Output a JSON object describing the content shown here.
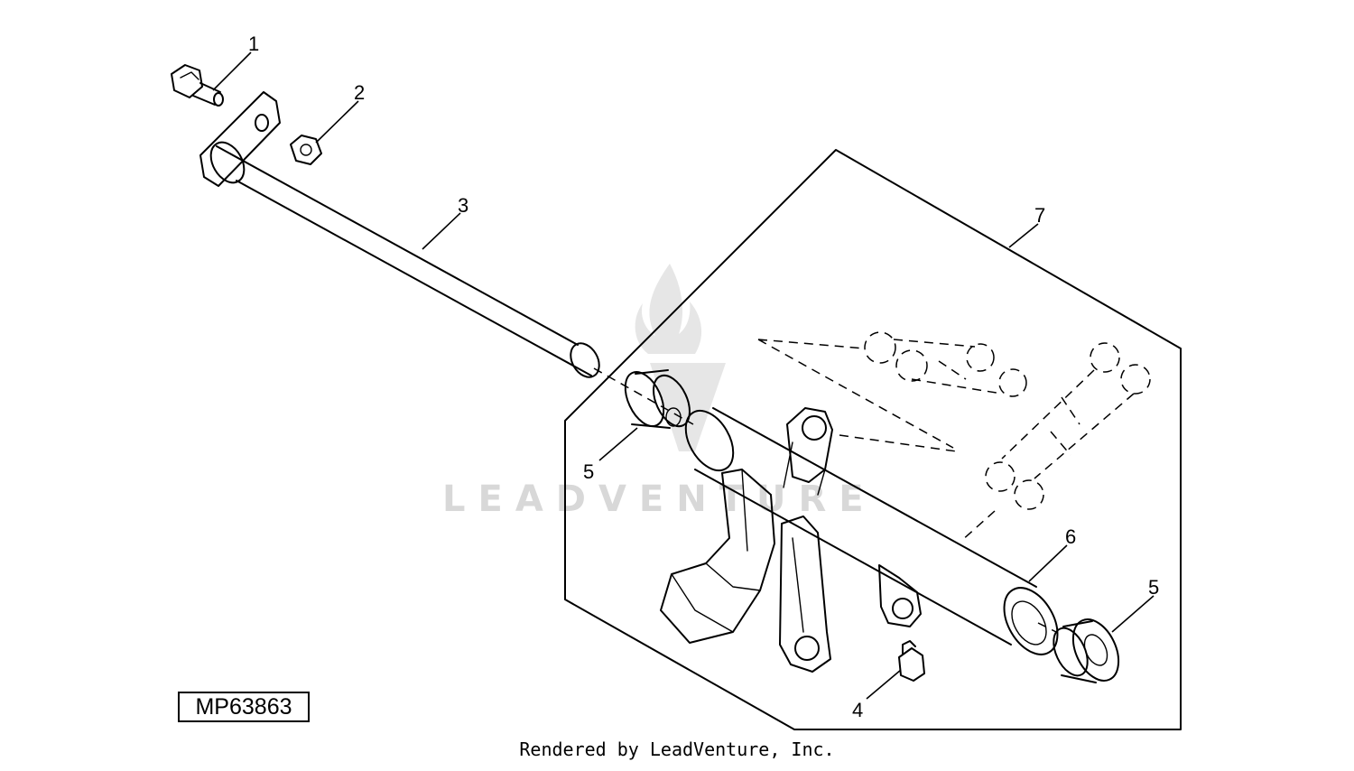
{
  "diagram": {
    "callouts": [
      "1",
      "2",
      "3",
      "4",
      "5",
      "5",
      "6",
      "7"
    ],
    "figure_id": "MP63863",
    "credit": "Rendered by LeadVenture, Inc.",
    "watermark": "LEADVENTURE",
    "colors": {
      "line": "#000000",
      "watermark": "#d8d8d8",
      "background": "#ffffff"
    }
  }
}
